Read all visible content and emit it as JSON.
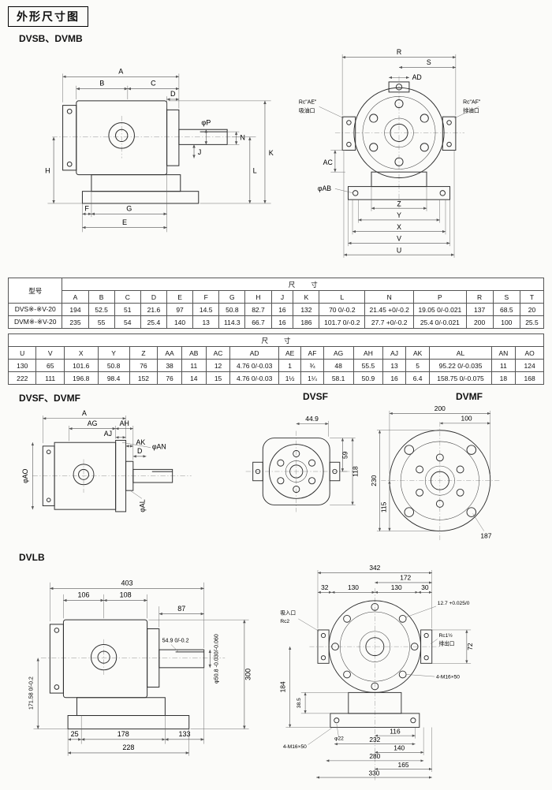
{
  "page": {
    "title": "外形尺寸图"
  },
  "sections": {
    "s1": "DVSB、DVMB",
    "s2": "DVSF、DVMF",
    "s2_mid": "DVSF",
    "s2_right": "DVMF",
    "s3": "DVLB"
  },
  "d1": {
    "A": "A",
    "B": "B",
    "C": "C",
    "D": "D",
    "phiP": "φP",
    "N": "N",
    "K": "K",
    "L": "L",
    "J": "J",
    "H": "H",
    "F": "F",
    "G": "G",
    "E": "E"
  },
  "d2": {
    "R": "R",
    "S": "S",
    "AD": "AD",
    "rc_ae": "Rc\"AE\"",
    "suction": "吸油口",
    "rc_af": "Rc\"AF\"",
    "discharge": "排油口",
    "AC": "AC",
    "phiAB": "φAB",
    "Z": "Z",
    "Y": "Y",
    "X": "X",
    "V": "V",
    "U": "U"
  },
  "d3": {
    "A": "A",
    "AG": "AG",
    "AH": "AH",
    "AJ": "AJ",
    "AK": "AK",
    "D": "D",
    "phiAN": "φAN",
    "phiAO": "φAO",
    "phiAL": "φAL"
  },
  "d4": {
    "w": "44.9",
    "h_half": "59",
    "h_full": "118"
  },
  "d5": {
    "w": "200",
    "w_half": "100",
    "h": "230",
    "h_half": "115",
    "bc": "187"
  },
  "d6": {
    "total": "403",
    "l1": "106",
    "l2": "108",
    "l3": "87",
    "key": "54.9 0/-0.2",
    "shaft": "φ50.8 -0.030/-0.060",
    "height": "300",
    "ch": "171.58 0/-0.2",
    "f1": "25",
    "f2": "178",
    "f3": "133",
    "f4": "228"
  },
  "d7": {
    "w": "342",
    "w2": "172",
    "s1": "32",
    "s2": "130",
    "s3": "130",
    "s4": "30",
    "key_tol": "12.7 +0.025/0",
    "inlet_name": "吸入口",
    "inlet_size": "Rc2",
    "outlet_size": "Rc1½",
    "outlet_name": "排出口",
    "hl": "184",
    "hr": "72",
    "b385": "38.5",
    "bolts_r": "4-M16×50",
    "bolts_l": "4-M16×50",
    "phi22": "φ22",
    "d116": "116",
    "d232": "232",
    "d140": "140",
    "d280": "280",
    "d165": "165",
    "d330": "330"
  },
  "table1": {
    "model_header": "型号",
    "size_header": "尺寸",
    "cols": [
      "A",
      "B",
      "C",
      "D",
      "E",
      "F",
      "G",
      "H",
      "J",
      "K",
      "L",
      "N",
      "P",
      "R",
      "S",
      "T"
    ],
    "rows": [
      {
        "model": "DVS※-※V-20",
        "values": [
          "194",
          "52.5",
          "51",
          "21.6",
          "97",
          "14.5",
          "50.8",
          "82.7",
          "16",
          "132",
          "70 0/-0.2",
          "21.45 +0/-0.2",
          "19.05 0/-0.021",
          "137",
          "68.5",
          "20"
        ]
      },
      {
        "model": "DVM※-※V-20",
        "values": [
          "235",
          "55",
          "54",
          "25.4",
          "140",
          "13",
          "114.3",
          "66.7",
          "16",
          "186",
          "101.7 0/-0.2",
          "27.7 +0/-0.2",
          "25.4 0/-0.021",
          "200",
          "100",
          "25.5"
        ]
      }
    ]
  },
  "table2": {
    "size_header": "尺寸",
    "cols": [
      "U",
      "V",
      "X",
      "Y",
      "Z",
      "AA",
      "AB",
      "AC",
      "AD",
      "AE",
      "AF",
      "AG",
      "AH",
      "AJ",
      "AK",
      "AL",
      "AN",
      "AO"
    ],
    "rows": [
      [
        "130",
        "65",
        "101.6",
        "50.8",
        "76",
        "38",
        "11",
        "12",
        "4.76 0/-0.03",
        "1",
        "¾",
        "48",
        "55.5",
        "13",
        "5",
        "95.22 0/-0.035",
        "11",
        "124"
      ],
      [
        "222",
        "111",
        "196.8",
        "98.4",
        "152",
        "76",
        "14",
        "15",
        "4.76 0/-0.03",
        "1½",
        "1¼",
        "58.1",
        "50.9",
        "16",
        "6.4",
        "158.75 0/-0.075",
        "18",
        "168"
      ]
    ]
  }
}
